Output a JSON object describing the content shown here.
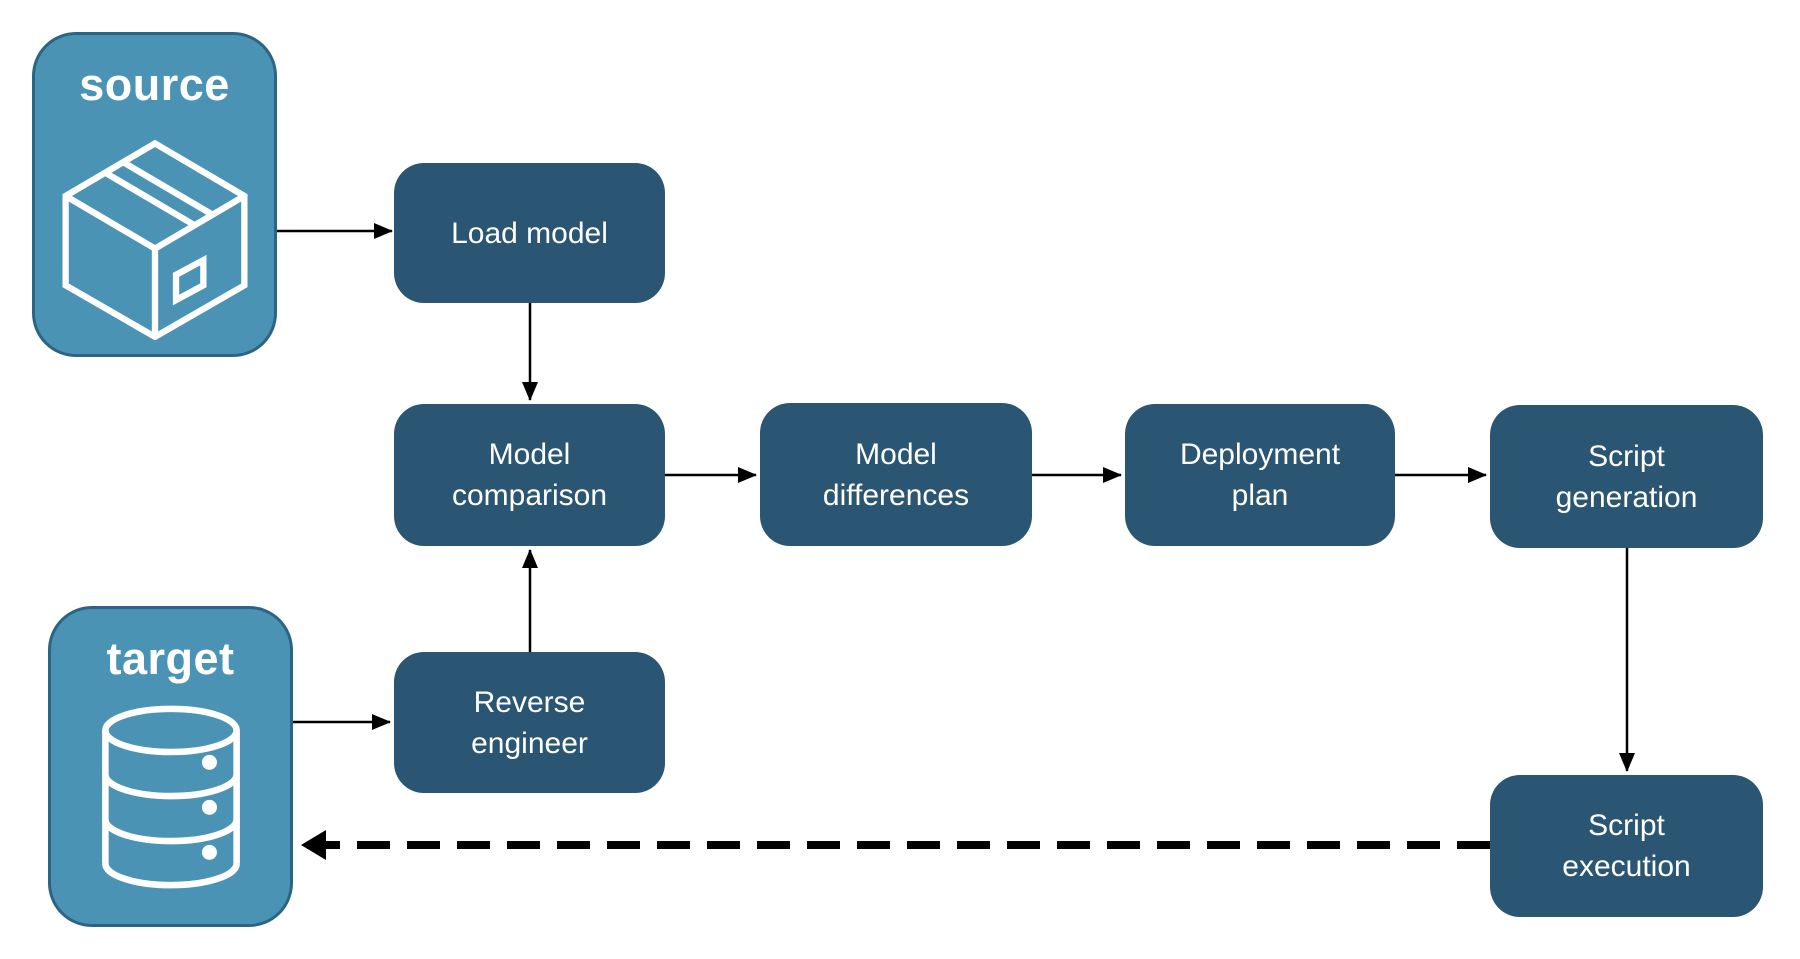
{
  "colors": {
    "node_fill": "#2A5674",
    "endpoint_fill": "#4A93B4",
    "endpoint_border": "#2C6484",
    "node_text": "#FFFFFF",
    "connector": "#000000",
    "background": "#FFFFFF"
  },
  "endpoints": {
    "source": {
      "label": "source",
      "icon": "package-icon"
    },
    "target": {
      "label": "target",
      "icon": "database-icon"
    }
  },
  "nodes": {
    "load_model": {
      "label": "Load model"
    },
    "model_comparison": {
      "label": "Model comparison"
    },
    "model_differences": {
      "label": "Model differences"
    },
    "deployment_plan": {
      "label": "Deployment plan"
    },
    "script_generation": {
      "label": "Script generation"
    },
    "reverse_engineer": {
      "label": "Reverse engineer"
    },
    "script_execution": {
      "label": "Script execution"
    }
  },
  "connectors": [
    {
      "from": "source",
      "to": "load_model",
      "style": "solid"
    },
    {
      "from": "load_model",
      "to": "model_comparison",
      "style": "solid"
    },
    {
      "from": "model_comparison",
      "to": "model_differences",
      "style": "solid"
    },
    {
      "from": "model_differences",
      "to": "deployment_plan",
      "style": "solid"
    },
    {
      "from": "deployment_plan",
      "to": "script_generation",
      "style": "solid"
    },
    {
      "from": "script_generation",
      "to": "script_execution",
      "style": "solid"
    },
    {
      "from": "reverse_engineer",
      "to": "model_comparison",
      "style": "solid"
    },
    {
      "from": "target",
      "to": "reverse_engineer",
      "style": "solid"
    },
    {
      "from": "script_execution",
      "to": "target",
      "style": "dashed"
    }
  ]
}
